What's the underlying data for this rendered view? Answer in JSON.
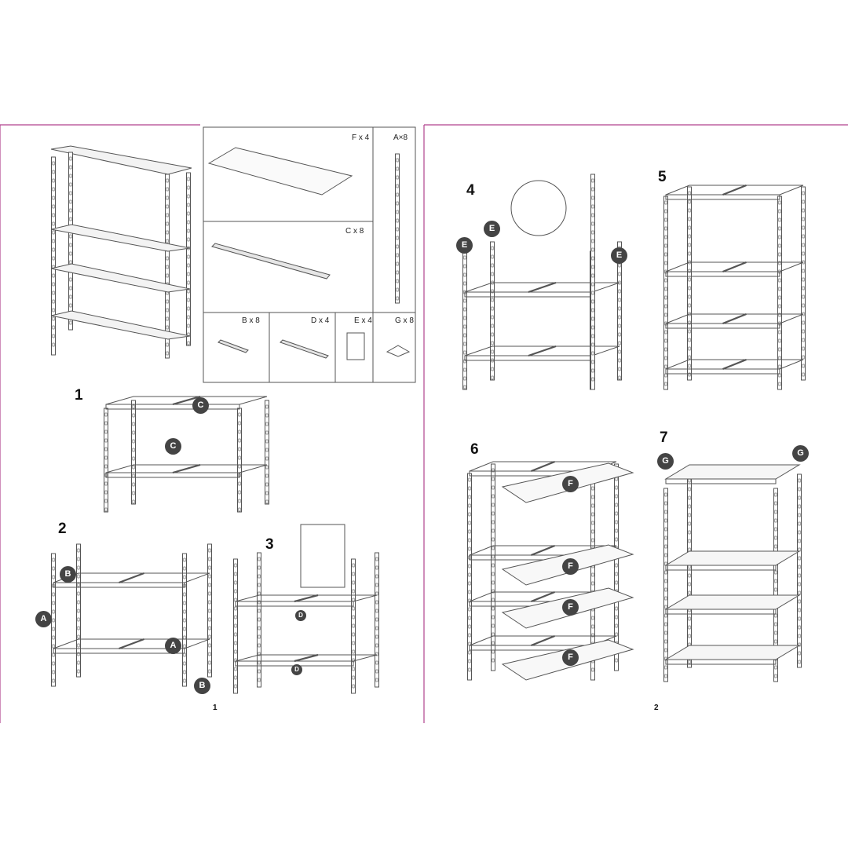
{
  "colors": {
    "divider": "#b0428e",
    "line": "#555555",
    "badge": "#444444"
  },
  "parts": [
    {
      "id": "F",
      "label": "F x 4"
    },
    {
      "id": "A",
      "label": "A×8"
    },
    {
      "id": "C",
      "label": "C x 8"
    },
    {
      "id": "B",
      "label": "B x 8"
    },
    {
      "id": "D",
      "label": "D x 4"
    },
    {
      "id": "E",
      "label": "E x 4"
    },
    {
      "id": "G",
      "label": "G x 8"
    }
  ],
  "steps": [
    "1",
    "2",
    "3",
    "4",
    "5",
    "6",
    "7"
  ],
  "callouts": {
    "A": "A",
    "B": "B",
    "C": "C",
    "D": "D",
    "E": "E",
    "F": "F",
    "G": "G"
  },
  "pages": [
    "1",
    "2"
  ]
}
